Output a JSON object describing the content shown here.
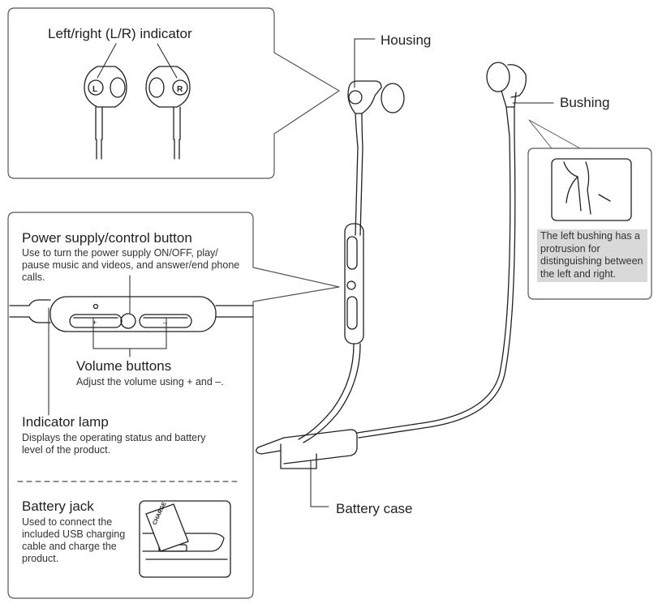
{
  "labels": {
    "lr_indicator": "Left/right (L/R) indicator",
    "housing": "Housing",
    "bushing": "Bushing",
    "power_button_title": "Power supply/control button",
    "power_button_desc": "Use to turn the power supply ON/OFF, play/ pause music and videos, and answer/end phone calls.",
    "volume_title": "Volume buttons",
    "volume_desc": "Adjust the volume using + and –.",
    "indicator_lamp_title": "Indicator lamp",
    "indicator_lamp_desc": "Displays the operating status and battery level of the product.",
    "battery_jack_title": "Battery jack",
    "battery_jack_desc": "Used to connect the included USB charging cable and charge the product.",
    "battery_case": "Battery case",
    "bushing_note": "The left bushing has a protrusion for distinguishing between the left and right.",
    "left_mark": "L",
    "right_mark": "R",
    "charge_mark": "CHARGE"
  },
  "colors": {
    "line": "#231f20",
    "frame": "#555555",
    "note_bg": "#d9d9d9"
  }
}
